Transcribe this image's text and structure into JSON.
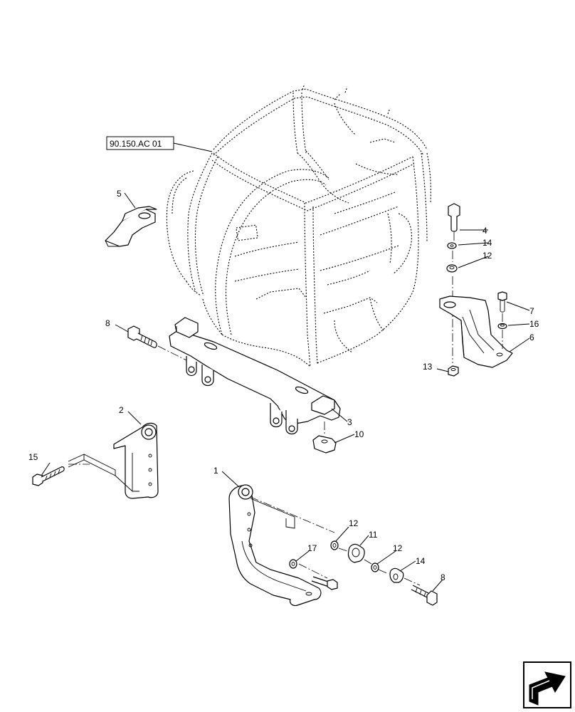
{
  "reference_label": "90.150.AC 01",
  "callouts": {
    "c1": "1",
    "c2": "2",
    "c3": "3",
    "c4": "4",
    "c5": "5",
    "c6": "6",
    "c7": "7",
    "c8a": "8",
    "c8b": "8",
    "c10": "10",
    "c11": "11",
    "c12a": "12",
    "c12b": "12",
    "c12c": "12",
    "c13": "13",
    "c14a": "14",
    "c14b": "14",
    "c15": "15",
    "c16": "16",
    "c17": "17"
  },
  "icons": {
    "nav": "next-page-arrow-icon"
  },
  "colors": {
    "ink": "#000000",
    "paper": "#ffffff"
  }
}
